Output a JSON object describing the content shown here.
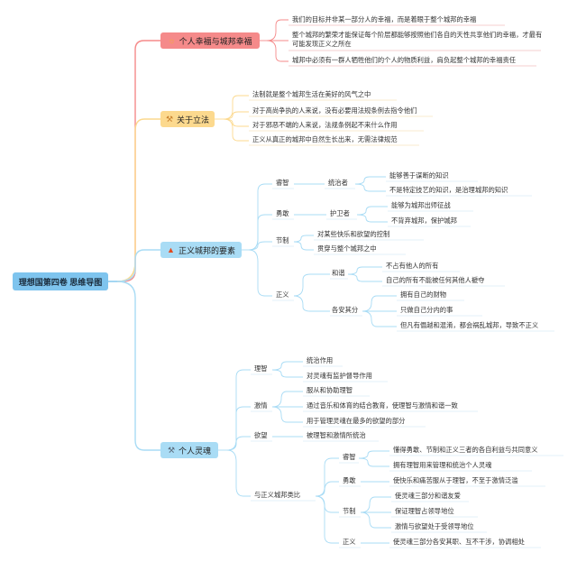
{
  "root": {
    "label": "理想国第四卷 思维导图"
  },
  "colors": {
    "red": "#f58a8a",
    "yellow": "#fcd98e",
    "blue": "#a9dcf5",
    "root": "#7ec4ee"
  },
  "branch1": {
    "label": "个人幸福与城邦幸福",
    "icon": "lightbulb-icon",
    "items": [
      "我们的目标并非某一部分人的幸福，而是着眼于整个城邦的幸福",
      "整个城邦的繁荣才能保证每个阶层都能够按照他们各自的天性共享他们的幸福，才最有可能发现正义之所在",
      "城邦中必须有一群人牺牲他们的个人的物质利益，肩负起整个城邦的幸福责任"
    ]
  },
  "branch2": {
    "label": "关于立法",
    "icon": "hammer-icon",
    "items": [
      "法制就是整个城邦生活在美好的风气之中",
      "对于高尚争执的人来说，没有必要用法规条例去指令他们",
      "对于邪恶不端的人来说，法规条例起不来什么作用",
      "正义从真正的城邦中自然生长出来，无需法律规范"
    ]
  },
  "branch3": {
    "label": "正义城邦的要素",
    "icon": "fire-icon",
    "wisdom": {
      "label": "睿智",
      "child": "统治者",
      "items": [
        "能够善于谋断的知识",
        "不是特定技艺的知识，是治理城邦的知识"
      ]
    },
    "courage": {
      "label": "勇敢",
      "child": "护卫者",
      "items": [
        "能够为城邦出师征战",
        "不背弃城邦，保护城邦"
      ]
    },
    "temperance": {
      "label": "节制",
      "items": [
        "对某些快乐和欲望的控制",
        "贯穿与整个城邦之中"
      ]
    },
    "justice": {
      "label": "正义",
      "harmony": {
        "label": "和谐",
        "items": [
          "不占有他人的所有",
          "自己的所有不能被任何其他人褫夺"
        ]
      },
      "each": {
        "label": "各安其分",
        "items": [
          "拥有自己的财物",
          "只做自己分内的事",
          "但凡有僭越和混淆，都会祸乱城邦，导致不正义"
        ]
      }
    }
  },
  "branch4": {
    "label": "个人灵魂",
    "icon": "tools-icon",
    "reason": {
      "label": "理智",
      "items": [
        "统治作用",
        "对灵魂有监护督导作用"
      ]
    },
    "spirit": {
      "label": "激情",
      "items": [
        "服从和协助理智",
        "通过音乐和体育的结合教育，使理智与激情和谐一致",
        "用于管理灵魂在最多的欲望的部分"
      ]
    },
    "desire": {
      "label": "欲望",
      "item": "被理智和激情所统治"
    },
    "analogy": {
      "label": "与正义城邦类比",
      "wisdom": {
        "label": "睿智",
        "items": [
          "懂得勇敢、节制和正义三者的各自利益与共同意义",
          "拥有理智用来管理和统治个人灵魂"
        ]
      },
      "courage": {
        "label": "勇敢",
        "item": "使快乐和痛苦服从于理智，不至于激情泛滥"
      },
      "temperance": {
        "label": "节制",
        "items": [
          "使灵魂三部分和谐友爱",
          "保证理智占领导地位",
          "激情与欲望处于受领导地位"
        ]
      },
      "justice": {
        "label": "正义",
        "item": "使灵魂三部分各安其职、互不干涉，协调相处"
      }
    }
  }
}
